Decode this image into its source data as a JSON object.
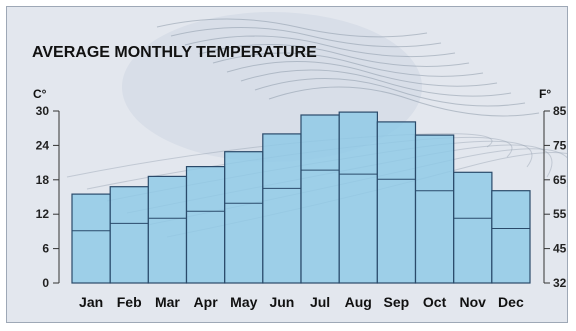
{
  "chart_data": {
    "type": "bar",
    "title": "AVERAGE MONTHLY TEMPERATURE",
    "left_unit": "C°",
    "right_unit": "F°",
    "categories": [
      "Jan",
      "Feb",
      "Mar",
      "Apr",
      "May",
      "Jun",
      "Jul",
      "Aug",
      "Sep",
      "Oct",
      "Nov",
      "Dec"
    ],
    "series": [
      {
        "values": [
          15.5,
          16.8,
          18.6,
          20.3,
          22.9,
          26.0,
          29.3,
          29.8,
          28.1,
          25.8,
          19.3,
          16.1
        ]
      },
      {
        "values": [
          9.1,
          10.4,
          11.3,
          12.5,
          13.9,
          16.5,
          19.7,
          19.0,
          18.1,
          16.1,
          11.3,
          9.5
        ]
      }
    ],
    "y_left": {
      "min": 0,
      "max": 30,
      "ticks": [
        0,
        6,
        12,
        18,
        24,
        30
      ]
    },
    "y_right": {
      "ticks": [
        32,
        45,
        55,
        65,
        75,
        85
      ]
    },
    "colors": {
      "bar_fill": "#8ec9e6",
      "bar_stroke": "#2a4a6a",
      "min_line": "#2a4a6a",
      "panel": "#e3e7ee",
      "border": "#9ea8b6"
    }
  }
}
